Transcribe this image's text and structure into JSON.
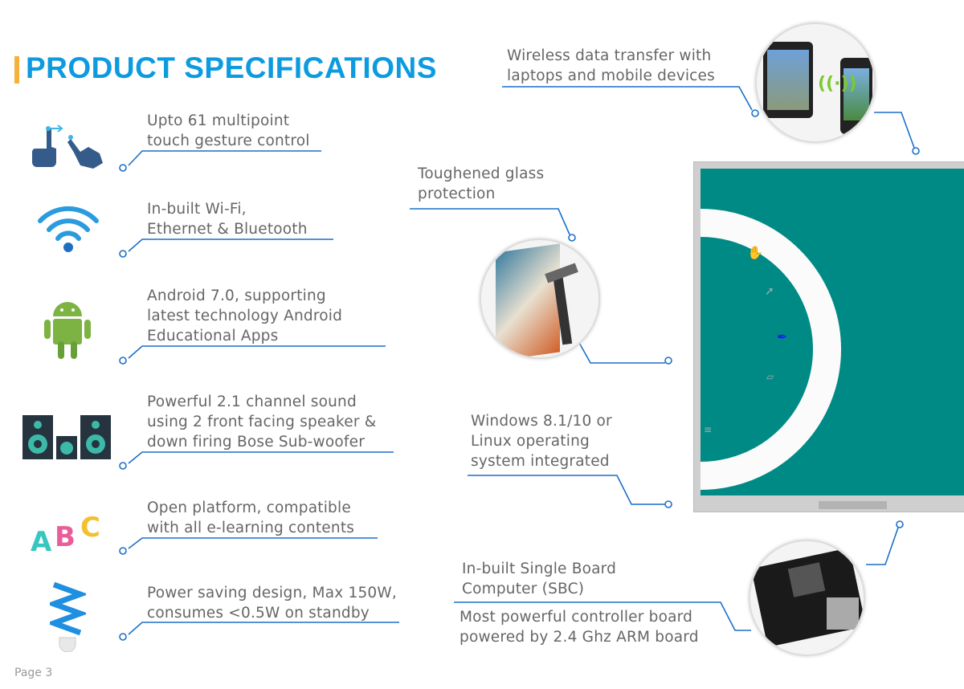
{
  "title": "PRODUCT SPECIFICATIONS",
  "page": "Page 3",
  "colors": {
    "accent": "#0d9be0",
    "title_bar": "#f6b13a",
    "connector": "#1a6fc9",
    "screen": "#008a85"
  },
  "left_features": [
    {
      "icon": "touch-gesture-icon",
      "lines": [
        "Upto 61 multipoint",
        "touch gesture control"
      ]
    },
    {
      "icon": "wifi-icon",
      "lines": [
        "In-built Wi-Fi,",
        "Ethernet & Bluetooth"
      ]
    },
    {
      "icon": "android-icon",
      "lines": [
        "Android 7.0, supporting",
        "latest technology Android",
        "Educational Apps"
      ]
    },
    {
      "icon": "speakers-icon",
      "lines": [
        "Powerful 2.1 channel sound",
        "using 2 front facing speaker &",
        "down firing Bose Sub-woofer"
      ]
    },
    {
      "icon": "abc-blocks-icon",
      "lines": [
        "Open platform, compatible",
        "with all e-learning contents"
      ]
    },
    {
      "icon": "power-saving-bulb-icon",
      "lines": [
        "Power saving design, Max 150W,",
        "consumes <0.5W on standby"
      ]
    }
  ],
  "right_features": {
    "wireless": [
      "Wireless data transfer with",
      "laptops and mobile devices"
    ],
    "glass": [
      "Toughened glass",
      "protection"
    ],
    "os": [
      "Windows 8.1/10 or",
      "Linux operating",
      "system integrated"
    ],
    "sbc": [
      "In-built Single Board",
      "Computer (SBC)"
    ],
    "controller": [
      "Most powerful controller board",
      "powered by 2.4 Ghz ARM board"
    ]
  }
}
